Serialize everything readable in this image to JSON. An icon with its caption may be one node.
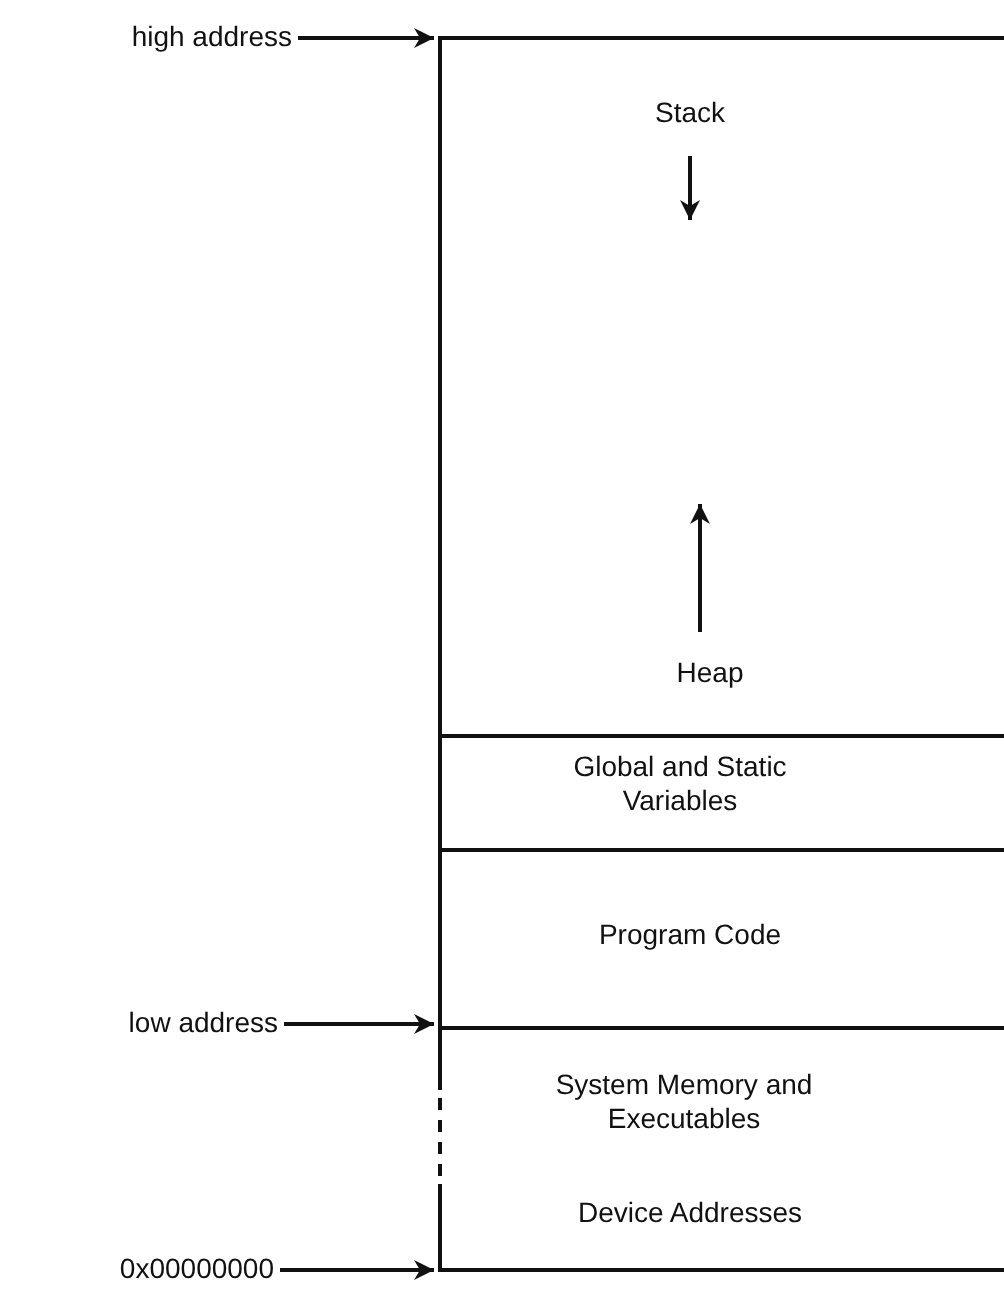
{
  "diagram": {
    "nodes": [
      {
        "text": [
          "high address"
        ]
      },
      {
        "text": [
          "Stack",
          "Heap"
        ]
      },
      {
        "text": [
          "Global and Static Variables"
        ]
      },
      {
        "text": [
          "Program Code"
        ]
      },
      {
        "text": [
          "low address"
        ]
      },
      {
        "text": [
          "System Memory and Executables",
          "Device Addresses"
        ]
      },
      {
        "text": [
          "0x00000000"
        ]
      }
    ],
    "edges": [
      {
        "from": 0,
        "to": 1,
        "arrow": "to"
      },
      {
        "from": 4,
        "to": 5,
        "arrow": "to"
      },
      {
        "from": 6,
        "to": 5,
        "arrow": "to"
      }
    ]
  }
}
